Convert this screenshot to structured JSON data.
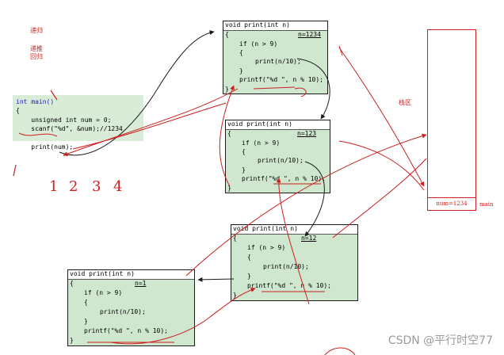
{
  "annotations": {
    "recursion": "递归",
    "pass_down": "递推",
    "return_up": "回归",
    "stack_area": "栈区",
    "main_label": "main",
    "stack_num": "num=1234",
    "digits": [
      "1",
      "2",
      "3",
      "4"
    ]
  },
  "main_code": {
    "line1": "int main()",
    "line2": "{",
    "line3": "    unsigned int num = 0;",
    "line4": "    scanf(\"%d\", &num);//1234",
    "line5": "    print(num);"
  },
  "frames": [
    {
      "header": "void print(int n)",
      "open": "{",
      "if_line": "if (n > 9)",
      "brace_open": "{",
      "call": "print(n/10);",
      "brace_close": "}",
      "printf_line": "printf(\"%d \", n % 10);",
      "close": "}",
      "nval": "n=1234"
    },
    {
      "header": "void print(int n)",
      "open": "{",
      "if_line": "if (n > 9)",
      "brace_open": "{",
      "call": "print(n/10);",
      "brace_close": "}",
      "printf_line": "printf(\"%d \", n % 10);",
      "close": "}",
      "nval": "n=123"
    },
    {
      "header": "void print(int n)",
      "open": "{",
      "if_line": "if (n > 9)",
      "brace_open": "{",
      "call": "print(n/10);",
      "brace_close": "}",
      "printf_line": "printf(\"%d \", n % 10);",
      "close": "}",
      "nval": "n=12"
    },
    {
      "header": "void print(int n)",
      "open": "{",
      "if_line": "if (n > 9)",
      "brace_open": "{",
      "call": "print(n/10);",
      "brace_close": "}",
      "printf_line": "printf(\"%d \", n % 10);",
      "close": "}",
      "nval": "n=1"
    }
  ],
  "watermark": "CSDN @平行时空77",
  "colors": {
    "code_bg": "#d8ecd8",
    "box_bg": "#cfe7cf",
    "annotation": "#cc1f1f",
    "arrow": "#1b1b1b"
  }
}
